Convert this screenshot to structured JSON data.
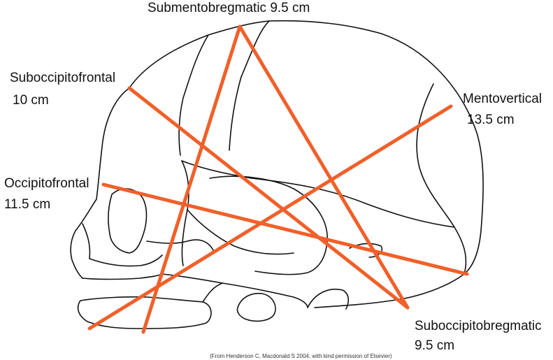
{
  "labels": {
    "submentobregmatic": "Submentobregmatic 9.5 cm",
    "suboccipitofrontal_name": "Suboccipitofrontal",
    "suboccipitofrontal_value": "10 cm",
    "mentovertical_name": "Mentovertical",
    "mentovertical_value": "13.5 cm",
    "occipitofrontal_name": "Occipitofrontal",
    "occipitofrontal_value": "11.5 cm",
    "suboccipitobregmatic_name": "Suboccipitobregmatic",
    "suboccipitobregmatic_value": "9.5 cm"
  },
  "credit": "(From Henderson C, Macdonald S 2004, with kind permission of Elsevier)",
  "colors": {
    "measurement_line": "#f0602a",
    "outline": "#111111",
    "background": "#ffffff"
  }
}
